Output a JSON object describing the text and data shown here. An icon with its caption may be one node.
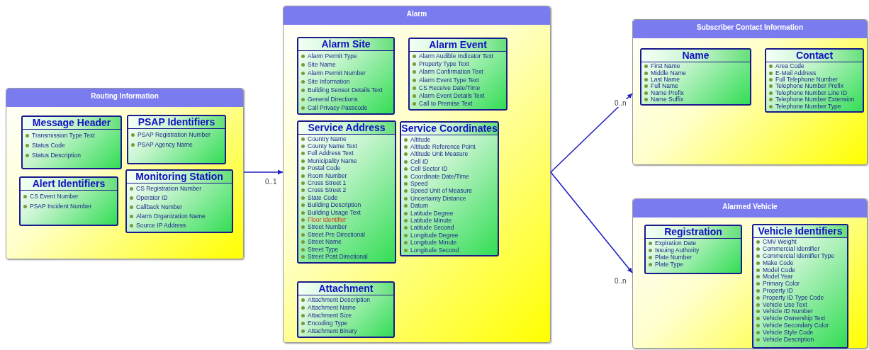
{
  "diagram": {
    "nodes": [
      {
        "text": [
          "Routing Information"
        ]
      },
      {
        "text": [
          "Message Header",
          "Transmission Type Text",
          "Status Code",
          "Status Description"
        ],
        "in": 0
      },
      {
        "text": [
          "PSAP Identifiers",
          "PSAP Registration Number",
          "PSAP Agency Name"
        ],
        "in": 0
      },
      {
        "text": [
          "Alert Identifiers",
          "CS Event Number",
          "PSAP Incident Number"
        ],
        "in": 0
      },
      {
        "text": [
          "Monitoring Station",
          "CS Registration Number",
          "Operator ID",
          "Callback Number",
          "Alarm Organization Name",
          "Source IP Address"
        ],
        "in": 0
      },
      {
        "text": [
          "Alarm"
        ]
      },
      {
        "text": [
          "Alarm Site",
          "Alarm Permit Type",
          "Site Name",
          "Alarm Permit Number",
          "Site Information",
          "Building Sensor Details Text",
          "General Directions",
          "Call Privacy Passcode"
        ],
        "in": 5
      },
      {
        "text": [
          "Alarm Event",
          "Alarm Audible Indicator Text",
          "Property Type Text",
          "Alarm Confirmation Text",
          "Alarm Event Type Text",
          "CS Receive Date/Time",
          "Alarm Event Details Text",
          "Call to Premise Text"
        ],
        "in": 5
      },
      {
        "text": [
          "Service Address",
          "Country Name",
          "County Name Text",
          "Full Address Text",
          "Municipality Name",
          "Postal Code",
          "Room Number",
          "Cross Street 1",
          "Cross Street 2",
          "State Code",
          "Building Description",
          "Building Usage Text",
          "Floor Identifier",
          "Street Number",
          "Street Pre Directional",
          "Street Name",
          "Street Type",
          "Street Post Directional"
        ],
        "in": 5
      },
      {
        "text": [
          "Service Coordinates",
          "Altitude",
          "Altitude Reference Point",
          "Altitude Unit Measure",
          "Cell ID",
          "Cell Sector ID",
          "Coordinate Date/Time",
          "Speed",
          "Speed Unit of Measure",
          "Uncertainty Distance",
          "Datum",
          "Latitude Degree",
          "Latitude Minute",
          "Latitude Second",
          "Longitude Degree",
          "Longitude Minute",
          "Longitude Second"
        ],
        "in": 5
      },
      {
        "text": [
          "Attachment",
          "Attachment Description",
          "Attachment Name",
          "Attachment Size",
          "Encoding Type",
          "Attachment Binary"
        ],
        "in": 5
      },
      {
        "text": [
          "Subscriber Contact Information"
        ]
      },
      {
        "text": [
          "Name",
          "First Name",
          "Middle Name",
          "Last Name",
          "Full Name",
          "Name Prefix",
          "Name Suffix"
        ],
        "in": 11
      },
      {
        "text": [
          "Contact",
          "Area Code",
          "E-Mail Address",
          "Full Telephone Number",
          "Telephone Number Prefix",
          "Telephone Number Line ID",
          "Telephone Number Extension",
          "Telephone Number Type"
        ],
        "in": 11
      },
      {
        "text": [
          "Alarmed Vehicle"
        ]
      },
      {
        "text": [
          "Registration",
          "Expiration Date",
          "Issuing Authority",
          "Plate Number",
          "Plate Type"
        ],
        "in": 14
      },
      {
        "text": [
          "Vehicle Identifiers",
          "CMV Weight",
          "Commercial Identifier",
          "Commercial Identifier Type",
          "Make Code",
          "Model Code",
          "Model Year",
          "Primary Color",
          "Property ID",
          "Property ID Type Code",
          "Vehicle Use Text",
          "Vehicle ID Number",
          "Vehicle Ownership Text",
          "Vehicle Secondary Color",
          "Vehicle Style Code",
          "Vehicle Description"
        ],
        "in": 14
      }
    ],
    "edges": [
      {
        "from": 0,
        "to": 5,
        "arrow": "to",
        "label": "0..1"
      },
      {
        "from": 5,
        "to": 11,
        "arrow": "to",
        "label": "0..n"
      },
      {
        "from": 5,
        "to": 14,
        "arrow": "to",
        "label": "0..n"
      }
    ]
  }
}
